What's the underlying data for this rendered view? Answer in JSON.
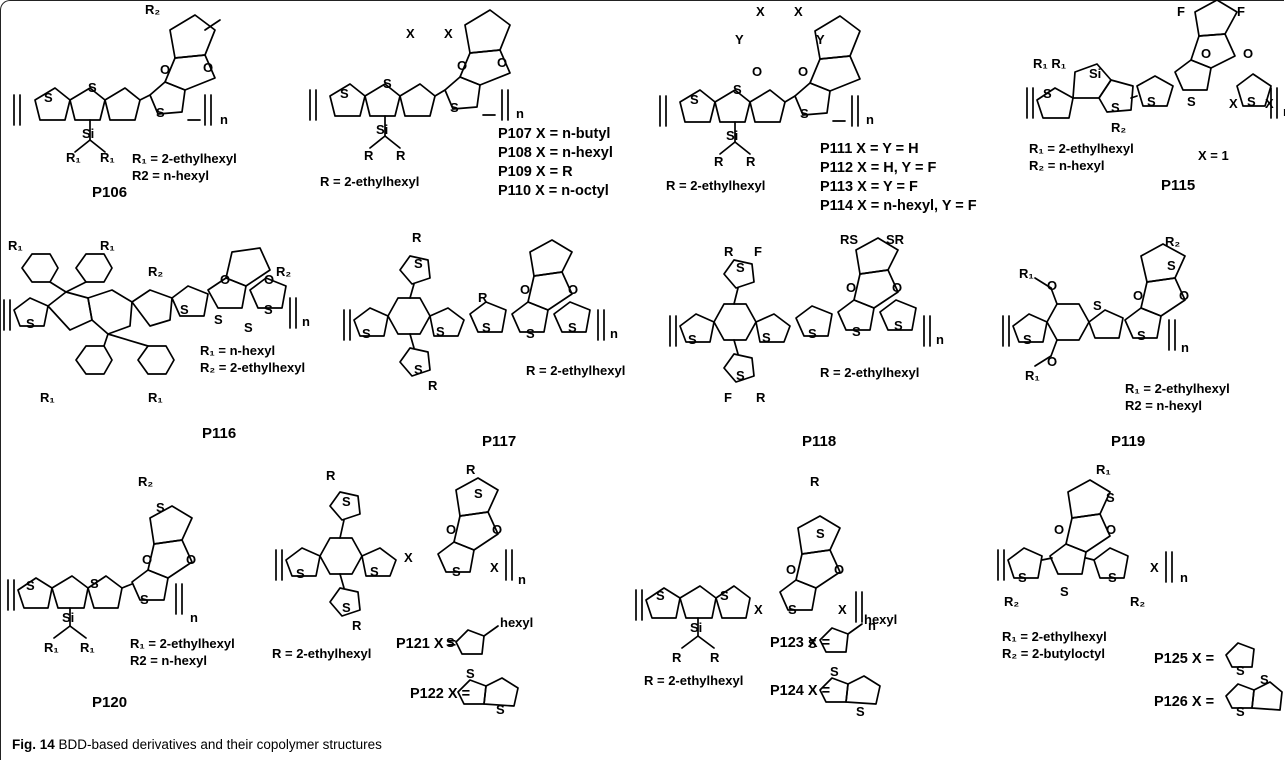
{
  "caption": {
    "label": "Fig. 14",
    "text": "BDD-based derivatives and their copolymer structures"
  },
  "atoms": {
    "sulfur": "S",
    "silicon": "Si",
    "oxygen": "O",
    "repeat": "n",
    "fluorine": "F",
    "linker": "X"
  },
  "compounds": [
    {
      "code": "P106",
      "definitions": [
        "R₁ = 2-ethylhexyl",
        "R2 = n-hexyl"
      ],
      "labels": [
        "R₂",
        "R₁",
        "R₁"
      ]
    },
    {
      "code": "P107-P110",
      "definitions": [
        "R = 2-ethylhexyl"
      ],
      "labels": [
        "X",
        "X",
        "R",
        "R"
      ],
      "variants": [
        "P107 X = n-butyl",
        "P108 X = n-hexyl",
        "P109 X = R",
        "P110 X = n-octyl"
      ]
    },
    {
      "code": "P111-P114",
      "definitions": [
        "R = 2-ethylhexyl"
      ],
      "labels": [
        "X",
        "X",
        "Y",
        "Y",
        "R",
        "R"
      ],
      "variants": [
        "P111 X = Y = H",
        "P112 X = H, Y = F",
        "P113 X = Y = F",
        "P114 X = n-hexyl, Y = F"
      ]
    },
    {
      "code": "P115",
      "definitions": [
        "R₁ = 2-ethylhexyl",
        "R₂ = n-hexyl",
        "X = 1"
      ],
      "labels": [
        "R₁ R₁",
        "R₂",
        "F",
        "F"
      ]
    },
    {
      "code": "P116",
      "definitions": [
        "R₁ = n-hexyl",
        "R₂ = 2-ethylhexyl"
      ],
      "labels": [
        "R₁",
        "R₁",
        "R₁",
        "R₁",
        "R₂",
        "R₂"
      ]
    },
    {
      "code": "P117",
      "definitions": [
        "R = 2-ethylhexyl"
      ],
      "labels": [
        "R",
        "R",
        "R"
      ]
    },
    {
      "code": "P118",
      "definitions": [
        "R = 2-ethylhexyl"
      ],
      "labels": [
        "RS",
        "SR",
        "R",
        "R"
      ]
    },
    {
      "code": "P119",
      "definitions": [
        "R₁ = 2-ethylhexyl",
        "R2 = n-hexyl"
      ],
      "labels": [
        "R₂",
        "R₁",
        "R₁"
      ]
    },
    {
      "code": "P120",
      "definitions": [
        "R₁ = 2-ethylhexyl",
        "R2 = n-hexyl"
      ],
      "labels": [
        "R₂",
        "R₁",
        "R₁"
      ]
    },
    {
      "code": "P121-P122",
      "definitions": [
        "R = 2-ethylhexyl"
      ],
      "labels": [
        "R",
        "R",
        "R"
      ],
      "variants": [
        "P121 X =",
        "P122 X ="
      ],
      "substituent": "hexyl"
    },
    {
      "code": "P123-P124",
      "definitions": [
        "R = 2-ethylhexyl"
      ],
      "labels": [
        "R",
        "R",
        "R"
      ],
      "variants": [
        "P123 X =",
        "P124 X ="
      ],
      "substituent": "hexyl"
    },
    {
      "code": "P125-P126",
      "definitions": [
        "R₁ = 2-ethylhexyl",
        "R₂ = 2-butyloctyl"
      ],
      "labels": [
        "R₁",
        "R₂",
        "R₂"
      ],
      "variants": [
        "P125 X =",
        "P126 X ="
      ]
    }
  ]
}
